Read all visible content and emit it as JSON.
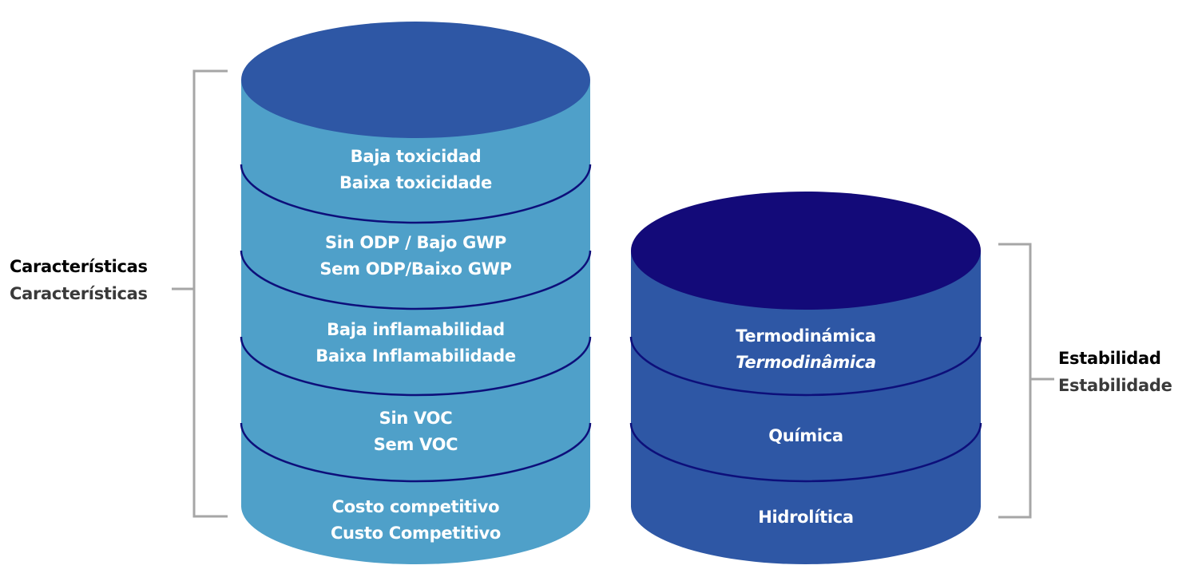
{
  "colors": {
    "left_top": "#2e57a5",
    "left_body": "#4fa0c9",
    "right_top": "#130a79",
    "right_body": "#2e57a5",
    "separator": "#0d0f7a",
    "bracket": "#a6a6a6"
  },
  "left_group": {
    "label_es": "Características",
    "label_pt": "Características",
    "segments": [
      {
        "line1": "Baja toxicidad",
        "line2": "Baixa toxicidade"
      },
      {
        "line1": "Sin ODP / Bajo GWP",
        "line2": "Sem ODP/Baixo GWP"
      },
      {
        "line1": "Baja inflamabilidad",
        "line2": "Baixa Inflamabilidade"
      },
      {
        "line1": "Sin VOC",
        "line2": "Sem VOC"
      },
      {
        "line1": "Costo competitivo",
        "line2": "Custo Competitivo"
      }
    ]
  },
  "right_group": {
    "label_es": "Estabilidad",
    "label_pt": "Estabilidade",
    "segments": [
      {
        "line1": "Termodinámica",
        "line2": "Termodinâmica"
      },
      {
        "line1": "Química"
      },
      {
        "line1": "Hidrolítica"
      }
    ]
  }
}
